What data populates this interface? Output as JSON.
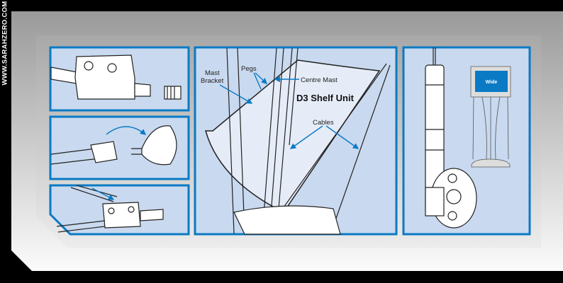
{
  "site_url": "WWW.SARAHZERO.COM",
  "diagram": {
    "title": "D3 Shelf Unit",
    "labels": {
      "mast_bracket_line1": "Mast",
      "mast_bracket_line2": "Bracket",
      "pegs": "Pegs",
      "centre_mast": "Centre Mast",
      "cables": "Cables"
    },
    "sign_text": "Wide"
  },
  "colors": {
    "panel_border": "#0a7ac4",
    "panel_fill": "#c9d9ef",
    "background": "#000000"
  }
}
